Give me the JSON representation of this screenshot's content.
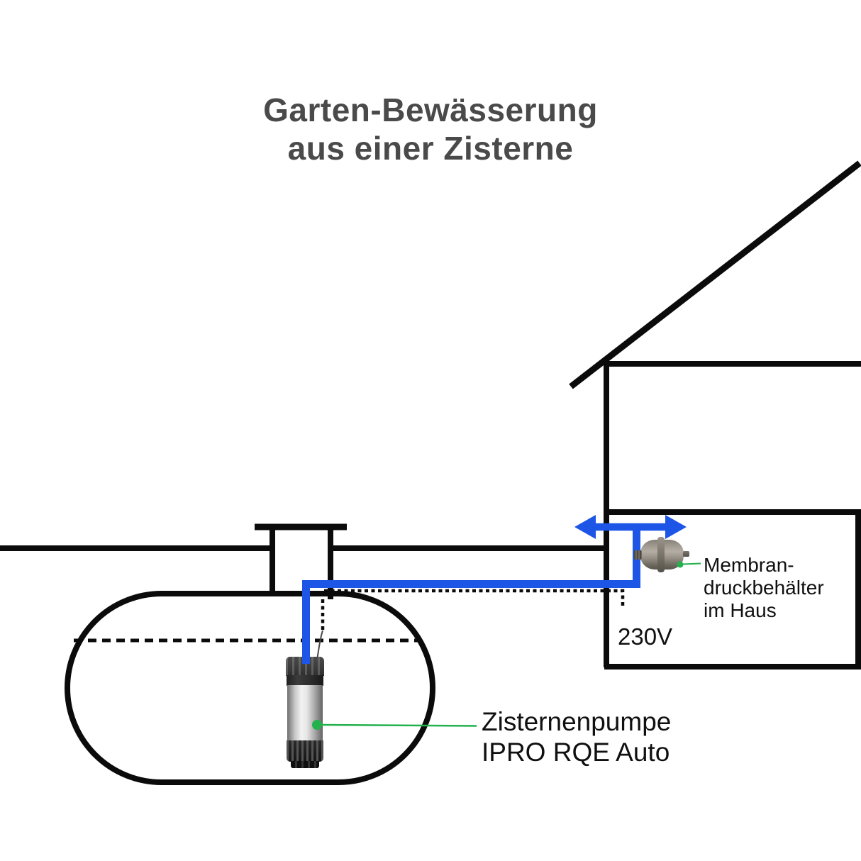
{
  "title": {
    "line1": "Garten-Bewässerung",
    "line2": "aus einer Zisterne"
  },
  "labels": {
    "membrane": {
      "line1": "Membran-",
      "line2": "druckbehälter",
      "line3": "im Haus"
    },
    "voltage": "230V",
    "pump": {
      "line1": "Zisternenpumpe",
      "line2": "IPRO RQE Auto"
    }
  },
  "colors": {
    "line_black": "#0b0b0b",
    "pipe_blue": "#1d55e6",
    "annotation_green": "#22b14c",
    "title_gray": "#4a4a4a",
    "label_black": "#101010"
  }
}
